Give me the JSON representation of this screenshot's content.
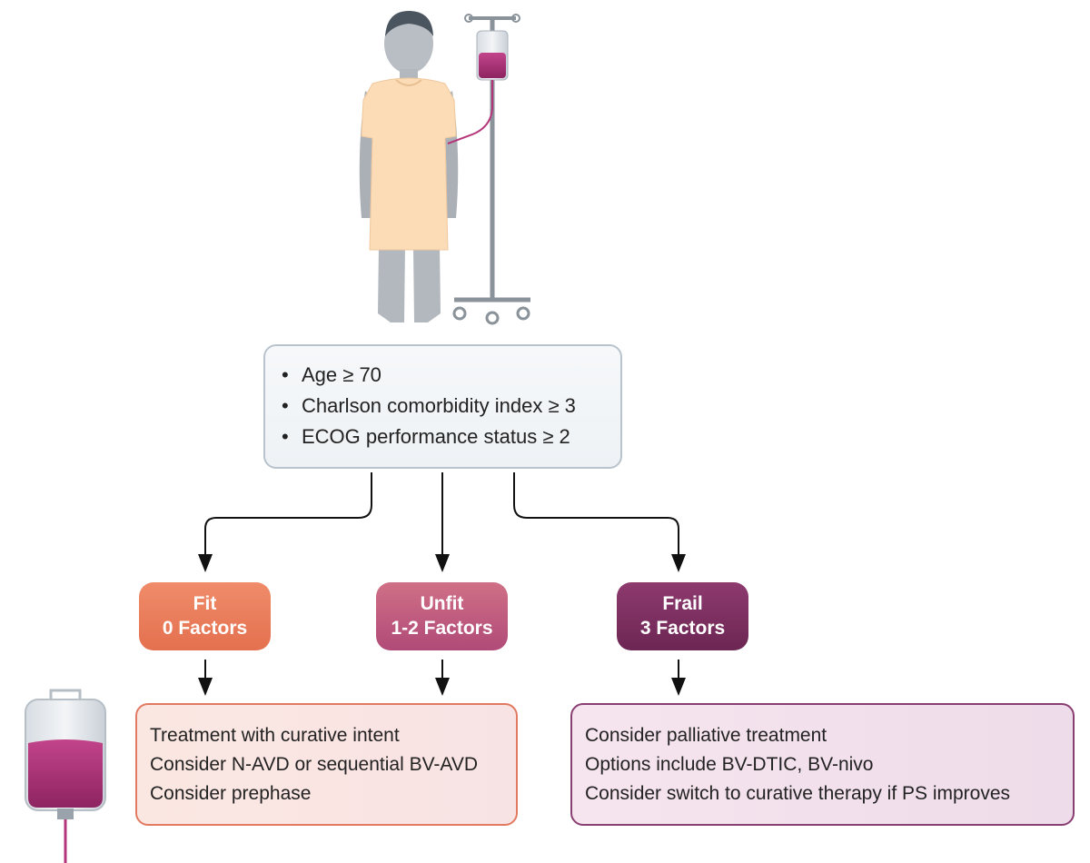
{
  "criteria": {
    "bullet": "•",
    "items": [
      "Age ≥ 70",
      "Charlson comorbidity index ≥ 3",
      "ECOG performance status ≥ 2"
    ]
  },
  "categories": [
    {
      "name": "Fit",
      "factors": "0 Factors",
      "color": "#e97d5c"
    },
    {
      "name": "Unfit",
      "factors": "1-2 Factors",
      "color": "#c05c80"
    },
    {
      "name": "Frail",
      "factors": "3 Factors",
      "color": "#7b2d60"
    }
  ],
  "recommendations": {
    "curative": {
      "lines": [
        "Treatment with curative intent",
        "Consider N-AVD or sequential BV-AVD",
        "Consider prephase"
      ]
    },
    "palliative": {
      "lines": [
        "Consider palliative treatment",
        "Options include BV-DTIC, BV-nivo",
        "Consider switch to curative therapy if PS improves"
      ]
    }
  },
  "icons": {
    "patient": "patient-in-gown-icon",
    "iv_stand": "iv-drip-stand-icon",
    "iv_bag": "iv-bag-icon"
  }
}
